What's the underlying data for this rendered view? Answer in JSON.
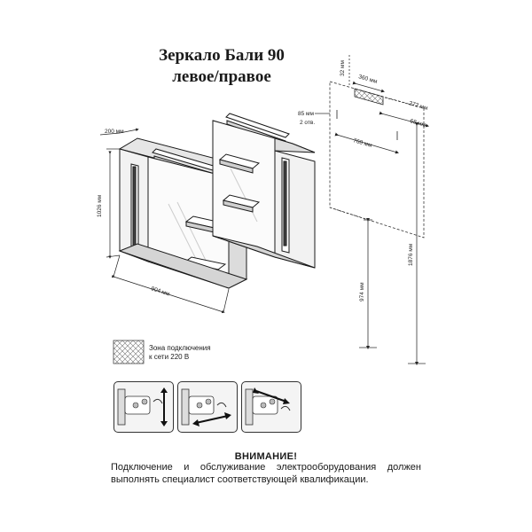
{
  "title": {
    "line1": "Зеркало Бали 90",
    "line2": "левое/правое"
  },
  "dimensions": {
    "depth": "200 мм",
    "height": "1026 мм",
    "width": "904 мм",
    "mount_offset": "85 мм",
    "holes": "2 отв.",
    "zone_height": "32 мм",
    "zone_width": "360 мм",
    "right_offset": "272 мм",
    "right_small": "68 мм",
    "hole_distance": "768 мм",
    "floor_to_bottom": "974 мм",
    "floor_to_top": "1876 мм"
  },
  "legend": {
    "line1": "Зона подключения",
    "line2": "к сети 220 В"
  },
  "warning": {
    "title": "ВНИМАНИЕ!",
    "text": "Подключение и обслуживание электрооборудования должен выполнять специалист соответствующей квалификации."
  },
  "colors": {
    "line": "#1a1a1a",
    "cabinet": "#f2f2f2",
    "shade": "#9a9a9a"
  }
}
